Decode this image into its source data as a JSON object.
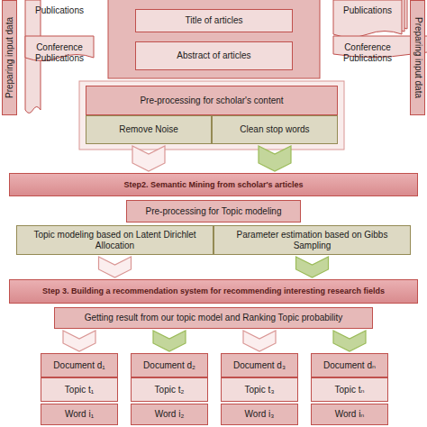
{
  "diagram": {
    "nodes": [
      {
        "text": [
          "Preparing input data"
        ]
      },
      {
        "text": [
          "Publications"
        ]
      },
      {
        "text": [
          "Conference Publications"
        ]
      },
      {
        "text": [
          "Title of articles"
        ]
      },
      {
        "text": [
          "Abstract of articles"
        ]
      },
      {
        "text": [
          "Publications"
        ]
      },
      {
        "text": [
          "Conference Publications"
        ]
      },
      {
        "text": [
          "Preparing input data"
        ]
      },
      {
        "text": [
          "Pre-processing for scholar's content"
        ]
      },
      {
        "text": [
          "Remove Noise"
        ]
      },
      {
        "text": [
          "Clean stop words"
        ]
      },
      {
        "text": [
          "Step2. Semantic Mining from scholar's articles"
        ]
      },
      {
        "text": [
          "Pre-processing for Topic modeling"
        ]
      },
      {
        "text": [
          "Topic modeling based on Latent Dirichlet Allocation"
        ]
      },
      {
        "text": [
          "Parameter estimation based on Gibbs Sampling"
        ]
      },
      {
        "text": [
          "Step 3. Building a recommendation system for recommending interesting research fields"
        ]
      },
      {
        "text": [
          "Getting result from our topic model and Ranking Topic probability"
        ]
      },
      {
        "text": [
          "Document d₁"
        ]
      },
      {
        "text": [
          "Topic t₁"
        ]
      },
      {
        "text": [
          "Word i₁"
        ]
      },
      {
        "text": [
          "Document d₂"
        ]
      },
      {
        "text": [
          "Topic t₂"
        ]
      },
      {
        "text": [
          "Word i₂"
        ]
      },
      {
        "text": [
          "Document d₃"
        ]
      },
      {
        "text": [
          "Topic t₃"
        ]
      },
      {
        "text": [
          "Word i₃"
        ]
      },
      {
        "text": [
          "Document dₙ"
        ]
      },
      {
        "text": [
          "Topic tₙ"
        ]
      },
      {
        "text": [
          "Word iₙ"
        ]
      }
    ],
    "edges": [
      {
        "from": 9,
        "to": 11,
        "arrow": "to"
      },
      {
        "from": 10,
        "to": 11,
        "arrow": "to"
      },
      {
        "from": 13,
        "to": 15,
        "arrow": "to"
      },
      {
        "from": 14,
        "to": 15,
        "arrow": "to"
      },
      {
        "from": 16,
        "to": 17,
        "arrow": "to"
      },
      {
        "from": 16,
        "to": 20,
        "arrow": "to"
      },
      {
        "from": 16,
        "to": 23,
        "arrow": "to"
      },
      {
        "from": 16,
        "to": 26,
        "arrow": "to"
      }
    ]
  }
}
